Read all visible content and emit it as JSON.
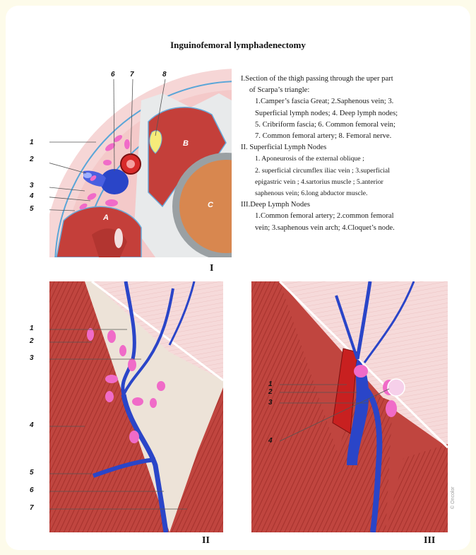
{
  "title": "Inguinofemoral lymphadenectomy",
  "legend": {
    "section1_heading": "I.Section of the thigh passing through the uper part",
    "section1_heading2": "of Scarpa’s triangle:",
    "section1_lines": [
      "1.Camper’s fascia  Great; 2.Saphenous vein; 3.",
      "Superficial lymph nodes; 4. Deep lymph nodes;",
      "5. Cribriform fascia; 6. Common femoral vein;",
      "7. Common femoral artery; 8. Femoral nerve."
    ],
    "section2_heading": "II.  Superficial Lymph Nodes",
    "section2_lines": [
      "1. Aponeurosis of the external oblique ;",
      "2. superficial circumflex iliac vein ; 3.superficial",
      "epigastric vein ; 4.sartorius muscle ; 5.anterior",
      "saphenous vein; 6.long abductor muscle."
    ],
    "section3_heading": "III.Deep Lymph Nodes",
    "section3_lines": [
      "1.Common femoral artery; 2.common femoral",
      "vein; 3.saphenous vein arch; 4.Cloquet’s node."
    ]
  },
  "panel1": {
    "roman": "I",
    "labels": [
      "1",
      "2",
      "3",
      "4",
      "5",
      "6",
      "7",
      "8"
    ],
    "region_labels": [
      "A",
      "B",
      "C"
    ]
  },
  "panel2": {
    "roman": "II",
    "labels": [
      "1",
      "2",
      "3",
      "4",
      "5",
      "6",
      "7"
    ]
  },
  "panel3": {
    "roman": "III",
    "labels": [
      "1",
      "2",
      "3",
      "4"
    ]
  },
  "credit": "© Oncolor",
  "colors": {
    "muscle": "#c0453f",
    "vein": "#2a45c8",
    "node": "#f06bc8",
    "skin": "#f6d6d6",
    "bone": "#d8874f",
    "artery": "#d82a2a"
  }
}
